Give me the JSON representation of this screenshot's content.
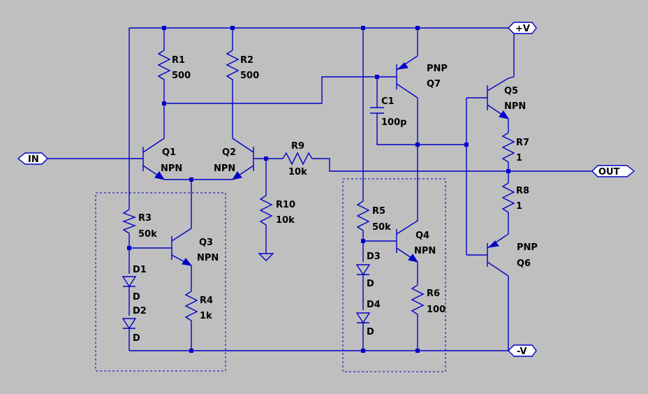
{
  "nets": {
    "vplus": "+V",
    "vminus": "-V",
    "input": "IN",
    "output": "OUT"
  },
  "components": {
    "R1": {
      "ref": "R1",
      "value": "500"
    },
    "R2": {
      "ref": "R2",
      "value": "500"
    },
    "R3": {
      "ref": "R3",
      "value": "50k"
    },
    "R4": {
      "ref": "R4",
      "value": "1k"
    },
    "R5": {
      "ref": "R5",
      "value": "50k"
    },
    "R6": {
      "ref": "R6",
      "value": "100"
    },
    "R7": {
      "ref": "R7",
      "value": "1"
    },
    "R8": {
      "ref": "R8",
      "value": "1"
    },
    "R9": {
      "ref": "R9",
      "value": "10k"
    },
    "R10": {
      "ref": "R10",
      "value": "10k"
    },
    "C1": {
      "ref": "C1",
      "value": "100p"
    },
    "Q1": {
      "ref": "Q1",
      "type": "NPN"
    },
    "Q2": {
      "ref": "Q2",
      "type": "NPN"
    },
    "Q3": {
      "ref": "Q3",
      "type": "NPN"
    },
    "Q4": {
      "ref": "Q4",
      "type": "NPN"
    },
    "Q5": {
      "ref": "Q5",
      "type": "NPN"
    },
    "Q6": {
      "ref": "Q6",
      "type": "PNP"
    },
    "Q7": {
      "ref": "Q7",
      "type": "PNP"
    },
    "D1": {
      "ref": "D1",
      "value": "D"
    },
    "D2": {
      "ref": "D2",
      "value": "D"
    },
    "D3": {
      "ref": "D3",
      "value": "D"
    },
    "D4": {
      "ref": "D4",
      "value": "D"
    }
  },
  "colors": {
    "background": "#bfbfbf",
    "wire": "#0000c8",
    "text": "#000000"
  }
}
